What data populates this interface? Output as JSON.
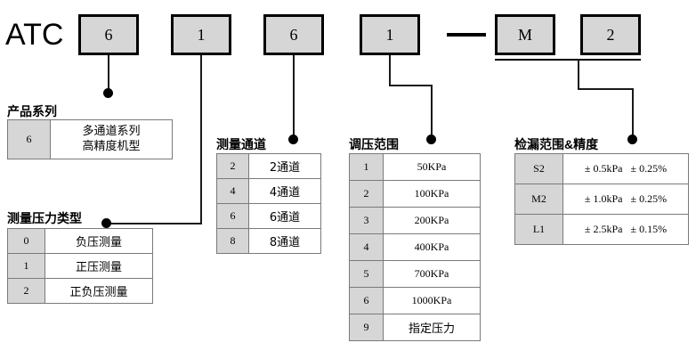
{
  "brand": "ATC",
  "separator": "—",
  "code_boxes": [
    {
      "name": "series",
      "value": "6"
    },
    {
      "name": "pressure-type",
      "value": "1"
    },
    {
      "name": "channels",
      "value": "6"
    },
    {
      "name": "pressure-range",
      "value": "1"
    },
    {
      "name": "leak-model",
      "value": "M"
    },
    {
      "name": "leak-grade",
      "value": "2"
    }
  ],
  "sections": {
    "series": {
      "caption": "产品系列",
      "headers": [
        "code",
        "description"
      ],
      "rows": [
        {
          "code": "6",
          "line1": "多通道系列",
          "line2": "高精度机型"
        }
      ]
    },
    "pressure_type": {
      "caption": "测量压力类型",
      "rows": [
        {
          "code": "0",
          "value": "负压测量"
        },
        {
          "code": "1",
          "value": "正压测量"
        },
        {
          "code": "2",
          "value": "正负压测量"
        }
      ]
    },
    "channels": {
      "caption": "测量通道",
      "rows": [
        {
          "code": "2",
          "value": "2通道"
        },
        {
          "code": "4",
          "value": "4通道"
        },
        {
          "code": "6",
          "value": "6通道"
        },
        {
          "code": "8",
          "value": "8通道"
        }
      ]
    },
    "pressure_range": {
      "caption": "调压范围",
      "rows": [
        {
          "code": "1",
          "value": "50KPa"
        },
        {
          "code": "2",
          "value": "100KPa"
        },
        {
          "code": "3",
          "value": "200KPa"
        },
        {
          "code": "4",
          "value": "400KPa"
        },
        {
          "code": "5",
          "value": "700KPa"
        },
        {
          "code": "6",
          "value": "1000KPa"
        },
        {
          "code": "9",
          "value": "指定压力"
        }
      ]
    },
    "leak": {
      "caption": "检漏范围&精度",
      "rows": [
        {
          "code": "S2",
          "range": "± 0.5kPa",
          "accuracy": "± 0.25%"
        },
        {
          "code": "M2",
          "range": "± 1.0kPa",
          "accuracy": "± 0.25%"
        },
        {
          "code": "L1",
          "range": "± 2.5kPa",
          "accuracy": "± 0.15%"
        }
      ]
    }
  },
  "colors": {
    "box_fill": "#d6d6d6",
    "box_border": "#000000",
    "line": "#1a1a1a",
    "cell_border": "#7a7a7a"
  }
}
